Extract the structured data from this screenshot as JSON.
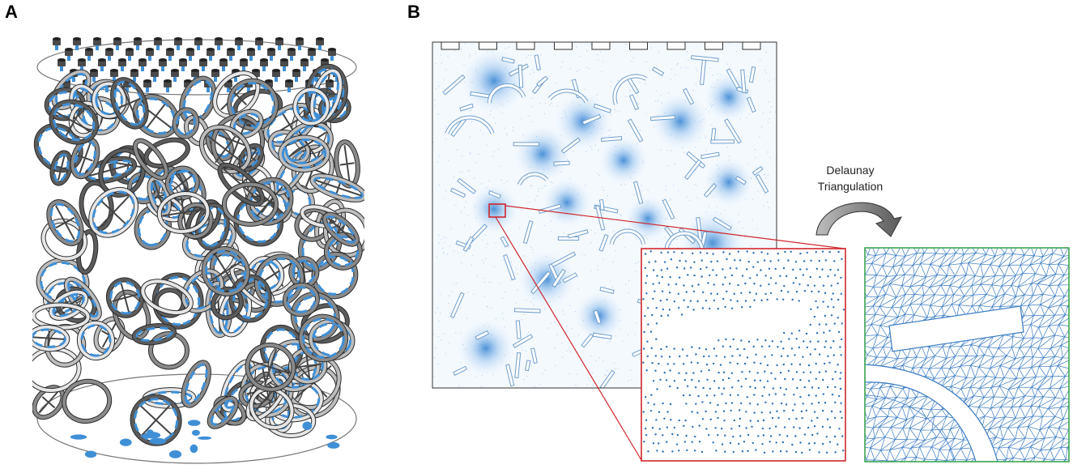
{
  "labels": {
    "panel_a": "A",
    "panel_b": "B"
  },
  "annotation": {
    "line1": "Delaunay",
    "line2": "Triangulation"
  },
  "colors": {
    "packing_blue": "#3f8fd6",
    "metal_dark": "#4a4a4a",
    "metal_light": "#d9d9d9",
    "points_blue": "#2a6fb5",
    "mesh_blue": "#3b7cc4",
    "zoom_red": "#d0262b",
    "mesh_frame_green": "#3aa650"
  },
  "icons": {
    "transform_arrow": "curved-arrow-icon"
  }
}
